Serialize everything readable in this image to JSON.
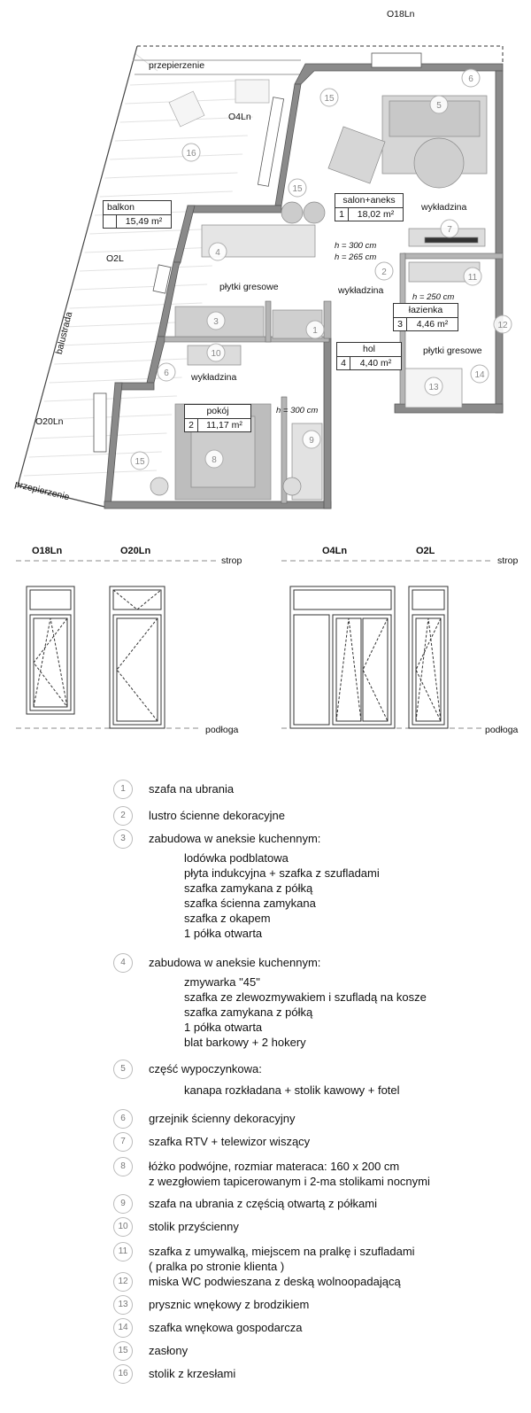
{
  "plan": {
    "window_tag_top": "O18Ln",
    "partition_top": "przepierzenie",
    "partition_bottom": "przepierzenie",
    "window_tag_o4": "O4Ln",
    "window_tag_o2": "O2L",
    "window_tag_o20": "O20Ln",
    "balustrade": "balustrada",
    "floor_labels": {
      "tiles_kitchen": "płytki gresowe",
      "carpet_living": "wykładzina",
      "carpet_hall": "wykładzina",
      "carpet_bedroom": "wykładzina",
      "tiles_bath": "płytki gresowe"
    },
    "heights": {
      "h300_living": "h = 300 cm",
      "h265": "h = 265 cm",
      "h250": "h = 250 cm",
      "h300_bed": "h = 300 cm"
    },
    "rooms": [
      {
        "name": "balkon",
        "num": "",
        "area": "15,49 m²"
      },
      {
        "name": "salon+aneks",
        "num": "1",
        "area": "18,02 m²"
      },
      {
        "name": "łazienka",
        "num": "3",
        "area": "4,46 m²"
      },
      {
        "name": "hol",
        "num": "4",
        "area": "4,40 m²"
      },
      {
        "name": "pokój",
        "num": "2",
        "area": "11,17 m²"
      }
    ],
    "markers": [
      "1",
      "2",
      "3",
      "4",
      "5",
      "6",
      "7",
      "8",
      "9",
      "10",
      "11",
      "12",
      "13",
      "14",
      "15",
      "16"
    ]
  },
  "windows": {
    "o18": "O18Ln",
    "o20": "O20Ln",
    "o4": "O4Ln",
    "o2": "O2L",
    "ceiling_left": "strop",
    "ceiling_right": "strop",
    "floor_left": "podłoga",
    "floor_right": "podłoga"
  },
  "legend": [
    {
      "num": "1",
      "text": "szafa na ubrania",
      "sub": []
    },
    {
      "num": "2",
      "text": "lustro ścienne dekoracyjne",
      "sub": []
    },
    {
      "num": "3",
      "text": "zabudowa w aneksie kuchennym:",
      "sub": [
        "lodówka podblatowa",
        "płyta indukcyjna + szafka z szufladami",
        "szafka zamykana z półką",
        "szafka ścienna zamykana",
        "szafka z okapem",
        "1 półka otwarta"
      ]
    },
    {
      "num": "4",
      "text": "zabudowa w aneksie kuchennym:",
      "sub": [
        "zmywarka \"45\"",
        "szafka ze zlewozmywakiem i szufladą na kosze",
        "szafka zamykana z półką",
        "1 półka otwarta",
        "blat barkowy + 2 hokery"
      ]
    },
    {
      "num": "5",
      "text": "część wypoczynkowa:",
      "sub": [
        "kanapa rozkładana + stolik kawowy + fotel"
      ]
    },
    {
      "num": "6",
      "text": "grzejnik ścienny dekoracyjny",
      "sub": []
    },
    {
      "num": "7",
      "text": "szafka RTV + telewizor wiszący",
      "sub": []
    },
    {
      "num": "8",
      "text": "łóżko podwójne, rozmiar materaca: 160 x 200 cm",
      "sub2": "z wezgłowiem tapicerowanym i 2-ma stolikami nocnymi"
    },
    {
      "num": "9",
      "text": "szafa na ubrania z częścią otwartą z półkami",
      "sub": []
    },
    {
      "num": "10",
      "text": "stolik przyścienny",
      "sub": []
    },
    {
      "num": "11",
      "text": "szafka z umywalką, miejscem na pralkę i szufladami",
      "sub2": "( pralka po stronie klienta )"
    },
    {
      "num": "12",
      "text": "miska WC podwieszana z deską  wolnoopadającą",
      "sub": []
    },
    {
      "num": "13",
      "text": "prysznic wnękowy z brodzikiem",
      "sub": []
    },
    {
      "num": "14",
      "text": "szafka wnękowa gospodarcza",
      "sub": []
    },
    {
      "num": "15",
      "text": "zasłony",
      "sub": []
    },
    {
      "num": "16",
      "text": "stolik z krzesłami",
      "sub": []
    }
  ]
}
